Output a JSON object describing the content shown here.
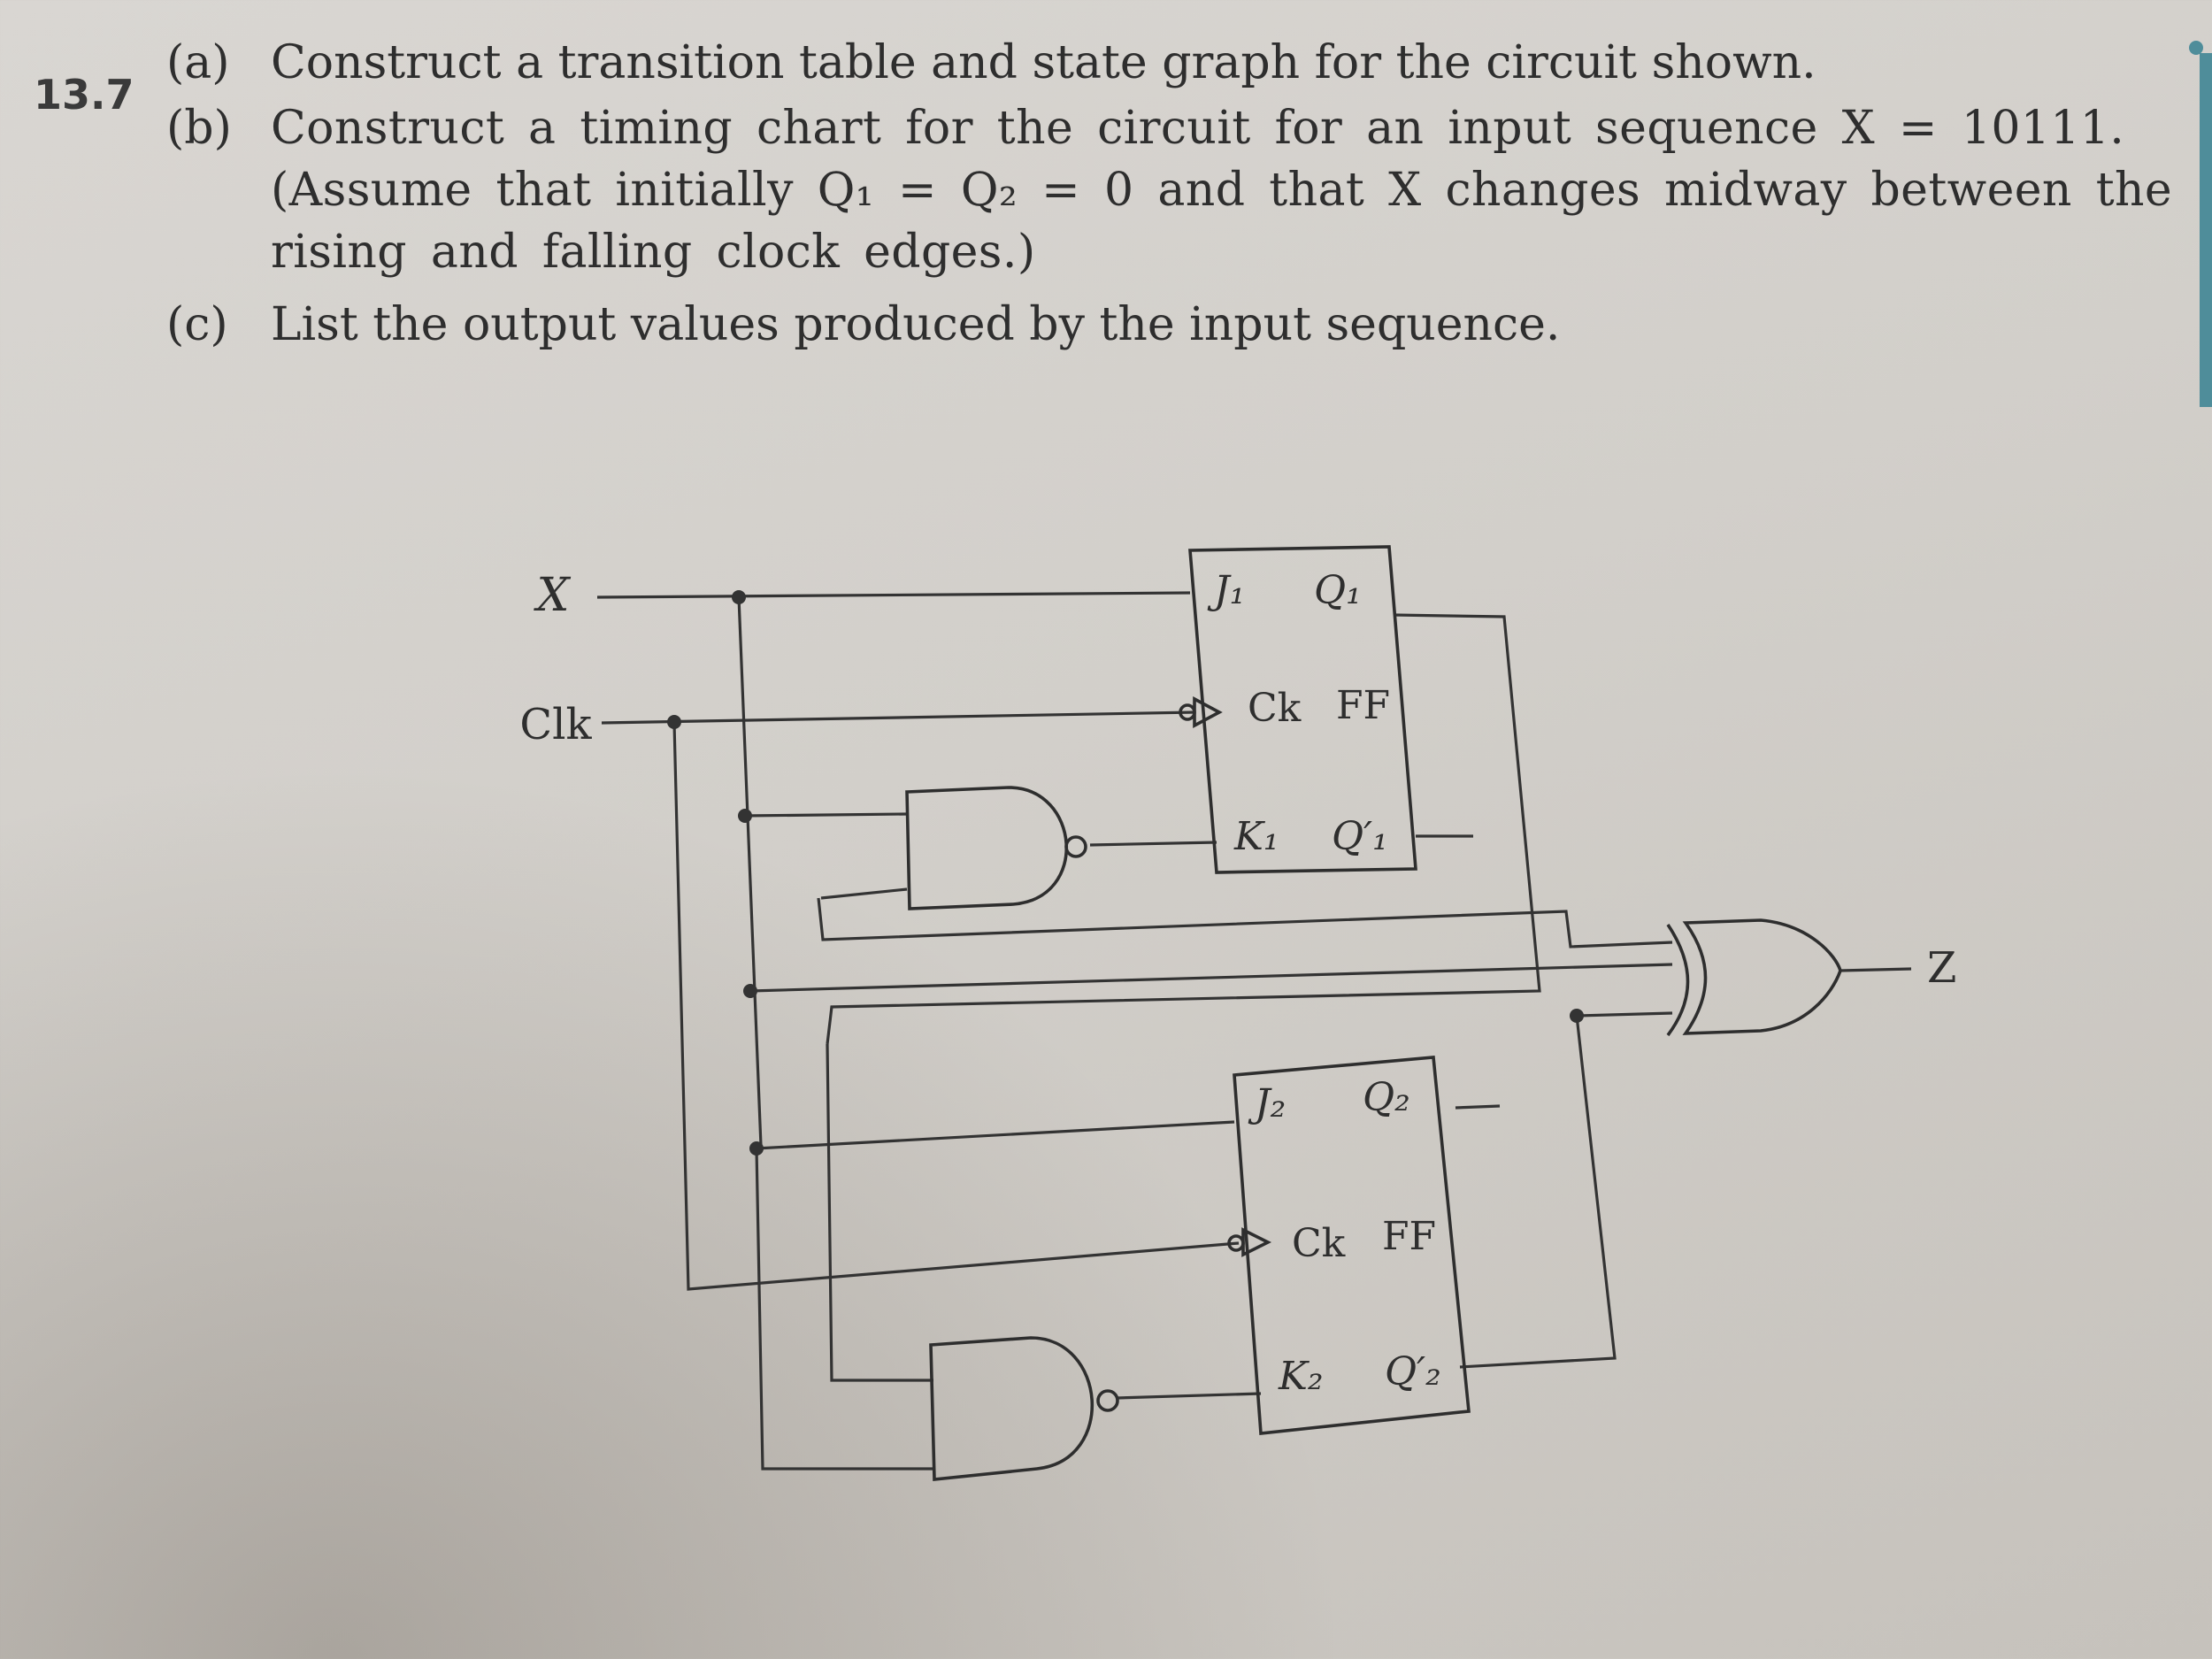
{
  "problem": {
    "number": "13.7",
    "part_a": {
      "label": "(a)",
      "text": "Construct a transition table and state graph for the circuit shown."
    },
    "part_b": {
      "label": "(b)",
      "line1": "Construct a timing chart for the circuit for an input sequence X = 10111.",
      "line2": "(Assume that initially Q₁ = Q₂ = 0 and that X changes midway between the",
      "line3": "rising and falling clock edges.)"
    },
    "part_c": {
      "label": "(c)",
      "text": "List the output values produced by the input sequence."
    }
  },
  "circuit": {
    "input_x": "X",
    "input_clk": "Clk",
    "output_z": "Z",
    "ff1": {
      "j": "J₁",
      "q": "Q₁",
      "ck": "Ck",
      "ff": "FF",
      "k": "K₁",
      "qn": "Q′₁"
    },
    "ff2": {
      "j": "J₂",
      "q": "Q₂",
      "ck": "Ck",
      "ff": "FF",
      "k": "K₂",
      "qn": "Q′₂"
    }
  }
}
